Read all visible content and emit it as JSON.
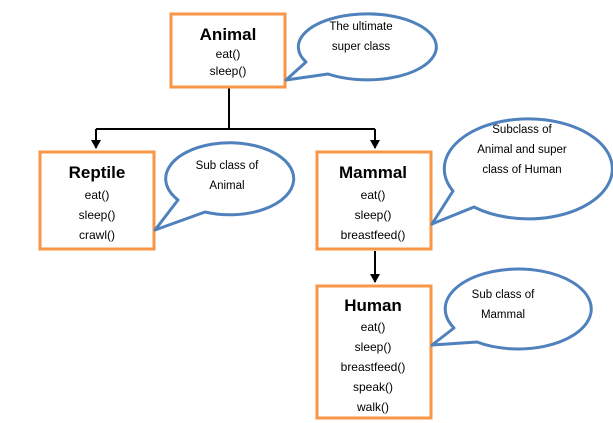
{
  "colors": {
    "box_border": "#f79646",
    "bubble_fill": "#ffffff",
    "bubble_border": "#4f81bd",
    "connector": "#000000"
  },
  "classes": {
    "animal": {
      "title": "Animal",
      "methods": [
        "eat()",
        "sleep()"
      ]
    },
    "reptile": {
      "title": "Reptile",
      "methods": [
        "eat()",
        "sleep()",
        "crawl()"
      ]
    },
    "mammal": {
      "title": "Mammal",
      "methods": [
        "eat()",
        "sleep()",
        "breastfeed()"
      ]
    },
    "human": {
      "title": "Human",
      "methods": [
        "eat()",
        "sleep()",
        "breastfeed()",
        "speak()",
        "walk()"
      ]
    }
  },
  "callouts": {
    "animal": [
      "The ultimate",
      "super class"
    ],
    "reptile": [
      "Sub class of",
      "Animal"
    ],
    "mammal": [
      "Subclass of",
      "Animal and super",
      "class of Human"
    ],
    "human": [
      "Sub class of",
      "Mammal"
    ]
  }
}
